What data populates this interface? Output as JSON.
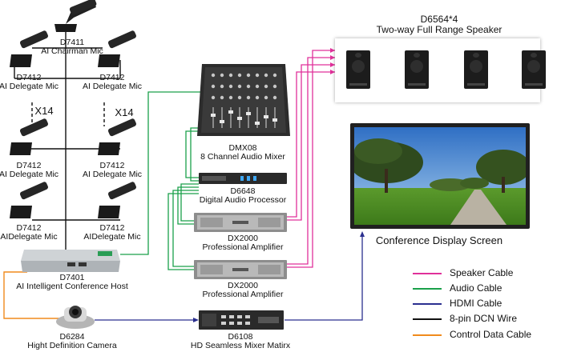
{
  "speakers": {
    "model": "D6564*4",
    "name": "Two-way Full Range Speaker"
  },
  "chairman": {
    "model": "D7411",
    "name": "AI Chairman Mic"
  },
  "delegates": [
    {
      "model": "D7412",
      "name": "AI Delegate Mic"
    },
    {
      "model": "D7412",
      "name": "AI Delegate Mic"
    },
    {
      "model": "D7412",
      "name": "AI Delegate Mic"
    },
    {
      "model": "D7412",
      "name": "AI Delegate Mic"
    },
    {
      "model": "D7412",
      "name": "AIDelegate Mic"
    },
    {
      "model": "D7412",
      "name": "AIDelegate Mic"
    }
  ],
  "multiplier_left": "X14",
  "multiplier_right": "X14",
  "mixer": {
    "model": "DMX08",
    "name": "8 Channel Audio Mixer"
  },
  "processor": {
    "model": "D6648",
    "name": "Digital Audio Processor"
  },
  "amp1": {
    "model": "DX2000",
    "name": "Professional  Amplifier"
  },
  "amp2": {
    "model": "DX2000",
    "name": "Professional  Amplifier"
  },
  "host": {
    "model": "D7401",
    "name": "AI Intelligent Conference Host"
  },
  "camera": {
    "model": "D6284",
    "name": "Hight Definition Camera"
  },
  "matrix": {
    "model": "D6108",
    "name": "HD Seamless Mixer Matirx"
  },
  "screen": {
    "name": "Conference Display Screen"
  },
  "legend": [
    {
      "label": "Speaker Cable",
      "color": "#e0309a"
    },
    {
      "label": "Audio Cable",
      "color": "#1aa04a"
    },
    {
      "label": "HDMI Cable",
      "color": "#2b2f8f"
    },
    {
      "label": "8-pin DCN Wire",
      "color": "#111111"
    },
    {
      "label": "Control Data Cable",
      "color": "#f08a1c"
    }
  ]
}
